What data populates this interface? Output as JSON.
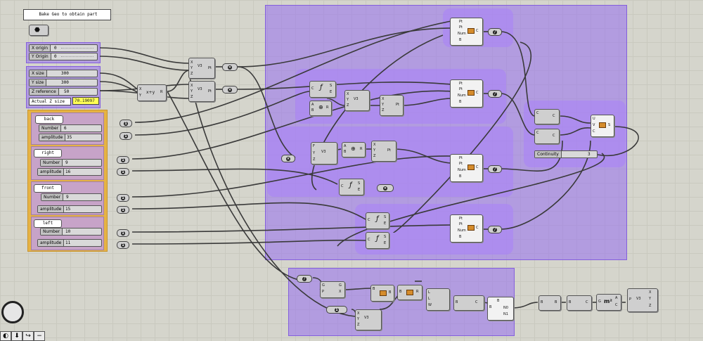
{
  "note": {
    "text": "Bake Geo to obtain part"
  },
  "origin_sliders": [
    {
      "label": "X origin",
      "value": "0"
    },
    {
      "label": "Y Origin",
      "value": "0"
    }
  ],
  "size_sliders": [
    {
      "label": "X size",
      "value": "300"
    },
    {
      "label": "Y size",
      "value": "300"
    },
    {
      "label": "Z reference",
      "value": "50"
    }
  ],
  "actual_z": {
    "label": "Actual Z size",
    "value": "70.19097"
  },
  "groups": [
    {
      "title": "back",
      "number": "6",
      "amplitude": "35"
    },
    {
      "title": "right",
      "number": "9",
      "amplitude": "16"
    },
    {
      "title": "front",
      "number": "9",
      "amplitude": "15"
    },
    {
      "title": "left",
      "number": "10",
      "amplitude": "11"
    }
  ],
  "slider_labels": {
    "number": "Number",
    "amplitude": "amplitude"
  },
  "continuity": {
    "label": "Continuity",
    "value": "3"
  },
  "component_labels": {
    "pt": "Pt",
    "num": "Num",
    "b": "B",
    "c": "C",
    "s": "S",
    "e": "E",
    "x": "X",
    "y": "Y",
    "z": "Z",
    "u": "U",
    "v": "V",
    "r": "R",
    "a": "A",
    "l": "L",
    "w": "W",
    "f": "F",
    "g": "G",
    "n0": "N0",
    "n1": "N1",
    "p": "P"
  },
  "expressions": {
    "xy": "x+y",
    "v3": "V3",
    "m2": "m²"
  },
  "toolbar": {
    "icons": [
      "dial-icon",
      "download-icon",
      "curve-icon",
      "minus-icon"
    ]
  }
}
